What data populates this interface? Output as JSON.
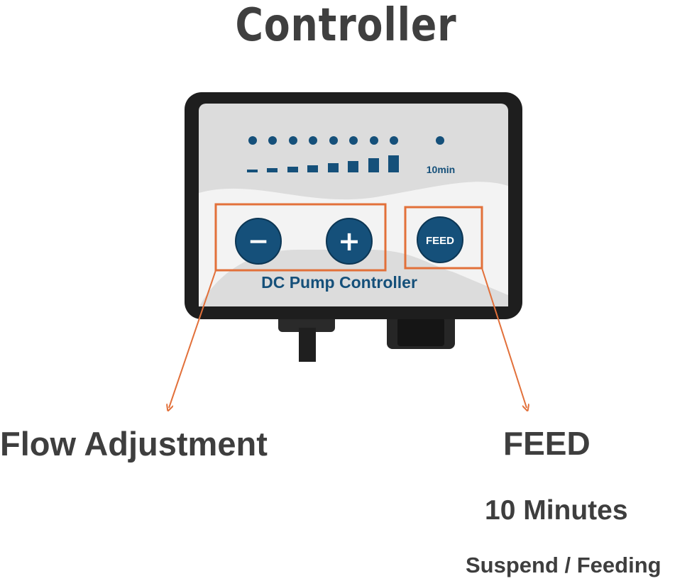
{
  "title": "Controller",
  "device": {
    "timer_label": "10min",
    "minus_symbol": "−",
    "plus_symbol": "+",
    "feed_button_label": "FEED",
    "brand_label": "DC Pump Controller",
    "flow_level_dots": 8,
    "colors": {
      "accent": "#15507a",
      "highlight_box": "#e2703a",
      "casing": "#1e1e1e",
      "faceplate": "#dcdcdc",
      "text_dark": "#3e3e3e"
    }
  },
  "captions": {
    "flow": "Flow Adjustment",
    "feed": "FEED",
    "minutes": "10 Minutes",
    "suspend": "Suspend / Feeding"
  }
}
